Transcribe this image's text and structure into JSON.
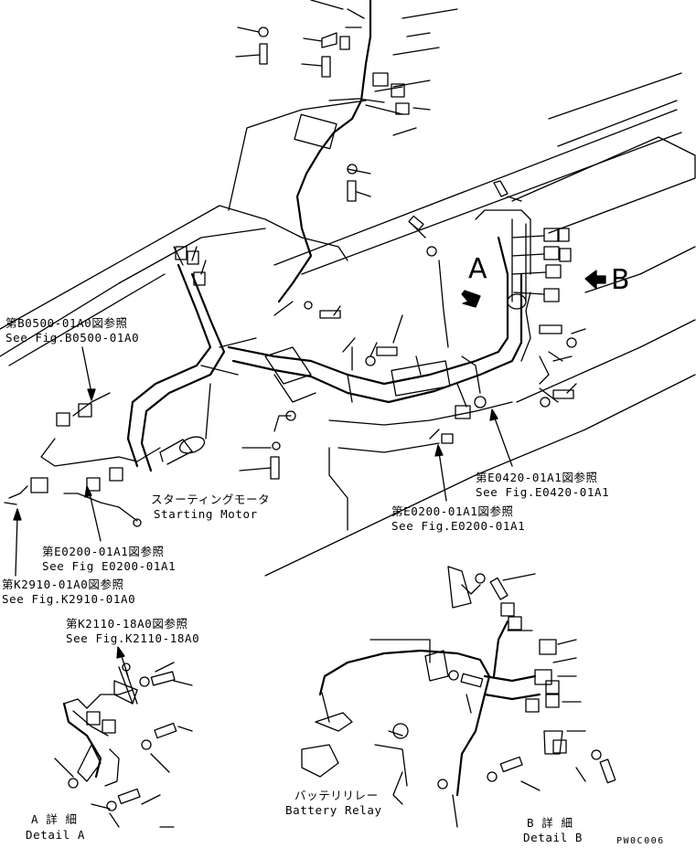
{
  "references": {
    "b0500_jp": "第B0500-01A0図参照",
    "b0500_en": "See Fig.B0500-01A0",
    "e0420_jp": "第E0420-01A1図参照",
    "e0420_en": "See Fig.E0420-01A1",
    "e0200_right_jp": "第E0200-01A1図参照",
    "e0200_right_en": "See Fig.E0200-01A1",
    "e0200_left_jp": "第E0200-01A1図参照",
    "e0200_left_en": "See Fig E0200-01A1",
    "k2910_jp": "第K2910-01A0図参照",
    "k2910_en": "See Fig.K2910-01A0",
    "k2110_jp": "第K2110-18A0図参照",
    "k2110_en": "See Fig.K2110-18A0"
  },
  "parts": {
    "starting_motor_jp": "スターティングモータ",
    "starting_motor_en": "Starting Motor",
    "battery_relay_jp": "バッテリリレー",
    "battery_relay_en": "Battery Relay"
  },
  "details": {
    "view_a": "A",
    "view_b": "B",
    "detail_a_jp": "A 詳 細",
    "detail_a_en": "Detail A",
    "detail_b_jp": "B 詳 細",
    "detail_b_en": "Detail B"
  },
  "drawing_code": "PW0C006"
}
